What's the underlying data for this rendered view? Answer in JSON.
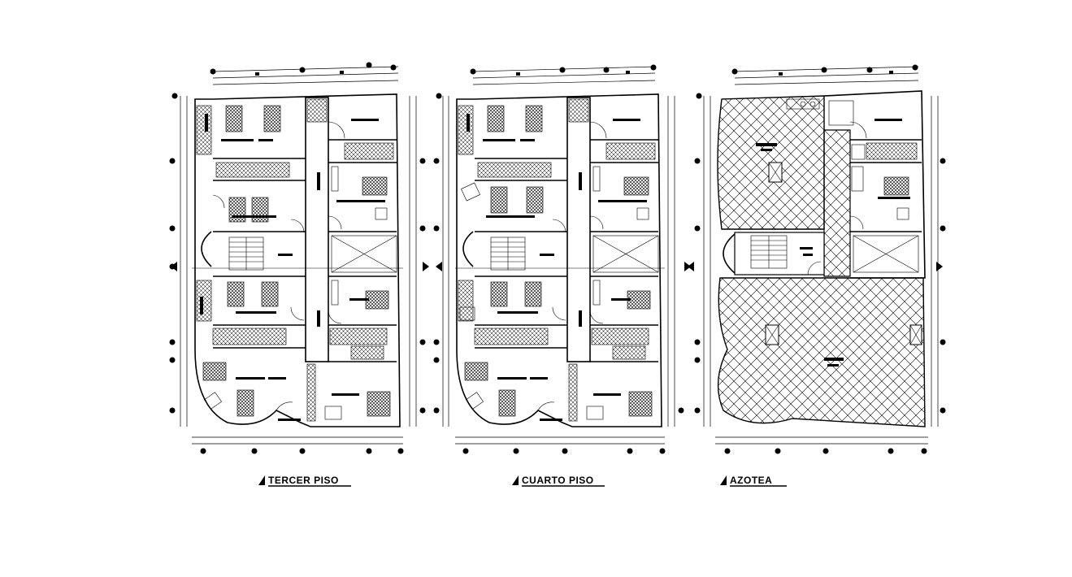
{
  "drawing": {
    "plans": [
      {
        "id": "tercer",
        "title": "TERCER PISO",
        "type": "floor"
      },
      {
        "id": "cuarto",
        "title": "CUARTO PISO",
        "type": "floor"
      },
      {
        "id": "azotea",
        "title": "AZOTEA",
        "type": "roof"
      }
    ]
  },
  "colors": {
    "line": "#000000",
    "background": "#ffffff"
  }
}
